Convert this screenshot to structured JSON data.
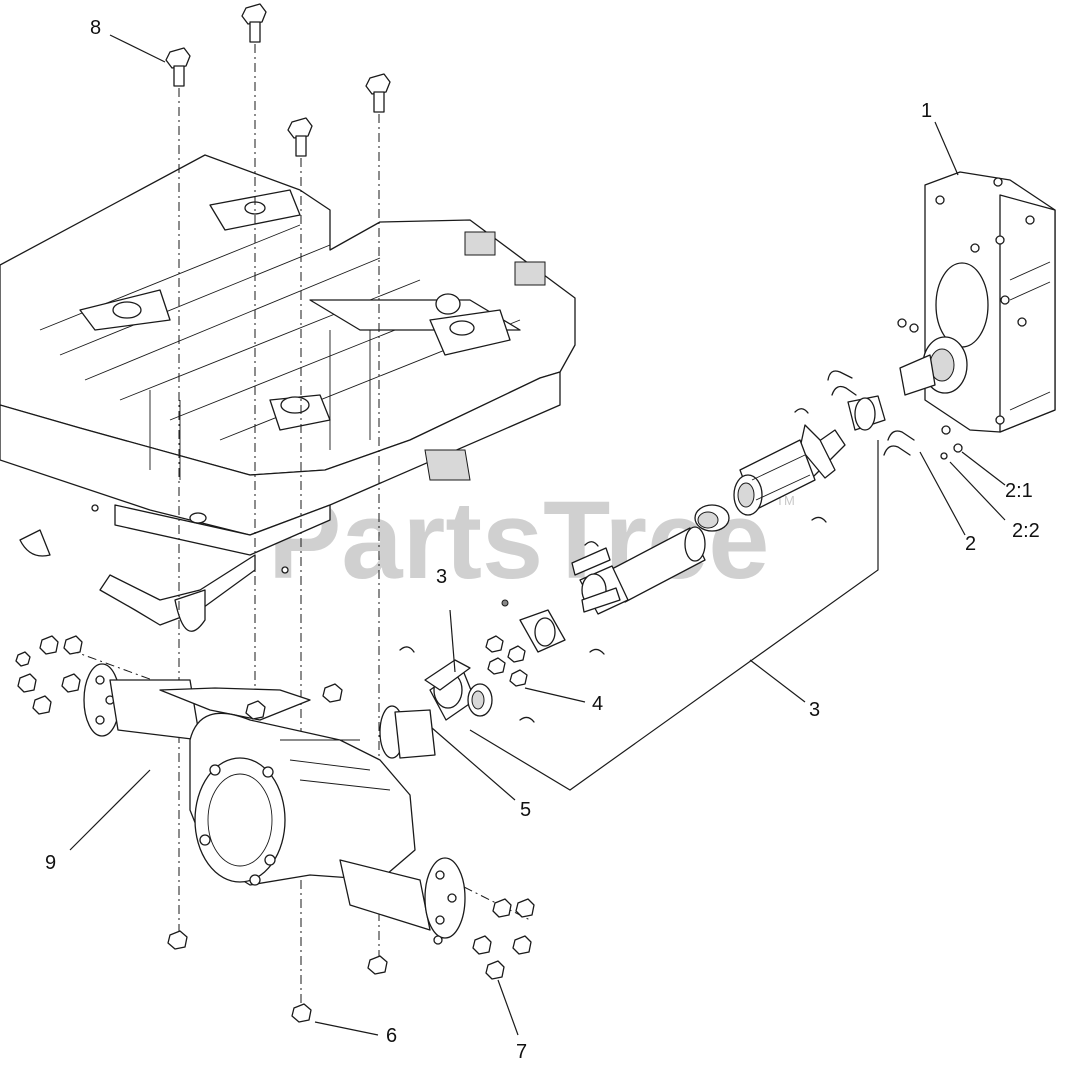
{
  "watermark": {
    "brand": "PartsTree",
    "trademark": "TM"
  },
  "callouts": [
    {
      "id": "c1",
      "label": "1"
    },
    {
      "id": "c2",
      "label": "2"
    },
    {
      "id": "c21",
      "label": "2:1"
    },
    {
      "id": "c22",
      "label": "2:2"
    },
    {
      "id": "c3a",
      "label": "3"
    },
    {
      "id": "c3b",
      "label": "3"
    },
    {
      "id": "c4",
      "label": "4"
    },
    {
      "id": "c5",
      "label": "5"
    },
    {
      "id": "c6",
      "label": "6"
    },
    {
      "id": "c7",
      "label": "7"
    },
    {
      "id": "c8",
      "label": "8"
    },
    {
      "id": "c9",
      "label": "9"
    }
  ]
}
